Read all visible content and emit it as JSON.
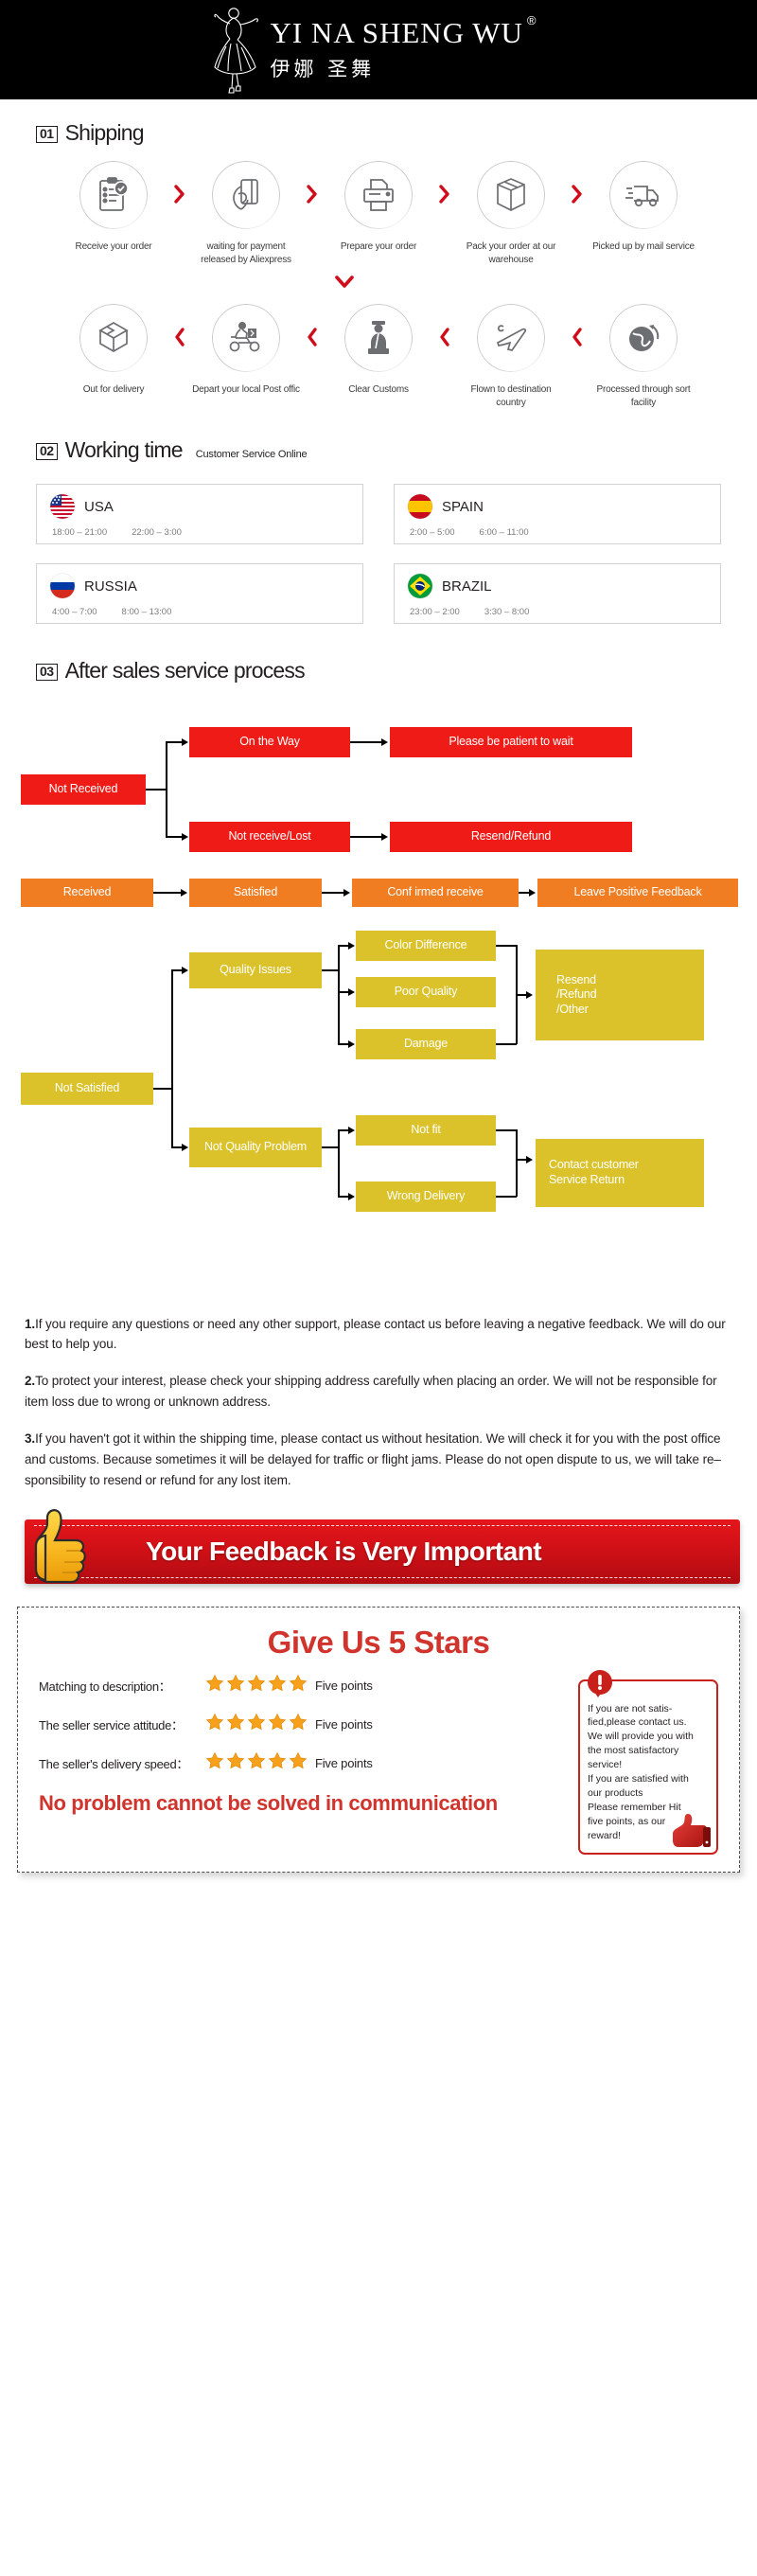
{
  "header": {
    "brand_en": "YI NA SHENG WU",
    "registered_mark": "®",
    "brand_cn": "伊娜 圣舞",
    "logo_icon": "dancer-logo-icon"
  },
  "shipping": {
    "number": "01",
    "title": "Shipping",
    "row1": [
      {
        "icon": "clipboard-check-icon",
        "label": "Receive your order"
      },
      {
        "icon": "hand-card-icon",
        "label": "waiting for payment released by Aliexpress"
      },
      {
        "icon": "printer-icon",
        "label": "Prepare your order"
      },
      {
        "icon": "box-icon",
        "label": "Pack your order at our warehouse"
      },
      {
        "icon": "truck-icon",
        "label": "Picked up by mail service"
      }
    ],
    "row2": [
      {
        "icon": "open-box-icon",
        "label": "Out for delivery"
      },
      {
        "icon": "scooter-courier-icon",
        "label": "Depart your local Post offic"
      },
      {
        "icon": "customs-officer-icon",
        "label": "Clear Customs"
      },
      {
        "icon": "airplane-icon",
        "label": "Flown to destination country"
      },
      {
        "icon": "globe-arrow-icon",
        "label": "Processed through sort facility"
      }
    ],
    "forward_arrow_icon": "chevron-right-icon",
    "backward_arrow_icon": "chevron-left-icon",
    "turn_arrow_icon": "chevron-down-icon"
  },
  "working_time": {
    "number": "02",
    "title": "Working time",
    "subtitle": "Customer Service Online",
    "cards": [
      {
        "flag_icon": "flag-usa-icon",
        "country": "USA",
        "slot1": "18:00 – 21:00",
        "slot2": "22:00 – 3:00"
      },
      {
        "flag_icon": "flag-spain-icon",
        "country": "SPAIN",
        "slot1": "2:00 – 5:00",
        "slot2": "6:00 – 11:00"
      },
      {
        "flag_icon": "flag-russia-icon",
        "country": "RUSSIA",
        "slot1": "4:00 – 7:00",
        "slot2": "8:00 – 13:00"
      },
      {
        "flag_icon": "flag-brazil-icon",
        "country": "BRAZIL",
        "slot1": "23:00 – 2:00",
        "slot2": "3:30 – 8:00"
      }
    ]
  },
  "after_sales": {
    "number": "03",
    "title": "After sales service process",
    "colors": {
      "red": "#ee1b17",
      "orange": "#f07d22",
      "yellow": "#dcc22a"
    },
    "boxes": {
      "not_received": "Not Received",
      "on_the_way": "On the Way",
      "please_wait": "Please be patient to wait",
      "not_receive_lost": "Not receive/Lost",
      "resend_refund": "Resend/Refund",
      "received": "Received",
      "satisfied": "Satisfied",
      "confirmed_receive": "Conf irmed receive",
      "leave_positive_feedback": "Leave Positive Feedback",
      "not_satisfied": "Not Satisfied",
      "quality_issues": "Quality Issues",
      "color_difference": "Color Difference",
      "poor_quality": "Poor Quality",
      "damage": "Damage",
      "resend_refund_other": "Resend\n/Refund\n/Other",
      "not_quality_problem": "Not Quality Problem",
      "not_fit": "Not fit",
      "wrong_delivery": "Wrong Delivery",
      "contact_customer_service_return": "Contact customer Service Return"
    }
  },
  "notes": [
    {
      "num": "1.",
      "text": "If you require any questions or need any other support, please contact us before leaving a negative feedback. We will do our best to help you."
    },
    {
      "num": "2.",
      "text": "To protect your interest, please check your shipping address carefully when placing an order. We will not be responsible for item loss due to wrong or unknown address."
    },
    {
      "num": "3.",
      "text": "If you haven't got it within the shipping time, please contact us without hesitation. We will check it for you with the post office and customs. Because sometimes it will be delayed for traffic or flight jams. Please do not open dispute to us, we will take re–sponsibility to resend or refund for any lost item."
    }
  ],
  "feedback_banner": {
    "text": "Your Feedback is Very Important",
    "icon": "thumbs-up-icon",
    "bg_color": "#cf1016"
  },
  "stars_panel": {
    "title": "Give Us 5 Stars",
    "title_color": "#d0342c",
    "star_icon": "star-icon",
    "star_count": 5,
    "rows": [
      {
        "label": "Matching to description：",
        "points": "Five points"
      },
      {
        "label": "The seller service attitude：",
        "points": "Five points"
      },
      {
        "label": "The seller's delivery speed：",
        "points": "Five points"
      }
    ],
    "slogan": "No problem cannot be solved in communication",
    "notice": {
      "badge_icon": "exclamation-badge-icon",
      "thumb_icon": "thumbs-up-red-icon",
      "text": "If you are not satis-fied,please contact us. We will provide you with the most satisfactory service!\nIf you are satisfied with our products\nPlease remember Hit five points, as our reward!"
    }
  }
}
